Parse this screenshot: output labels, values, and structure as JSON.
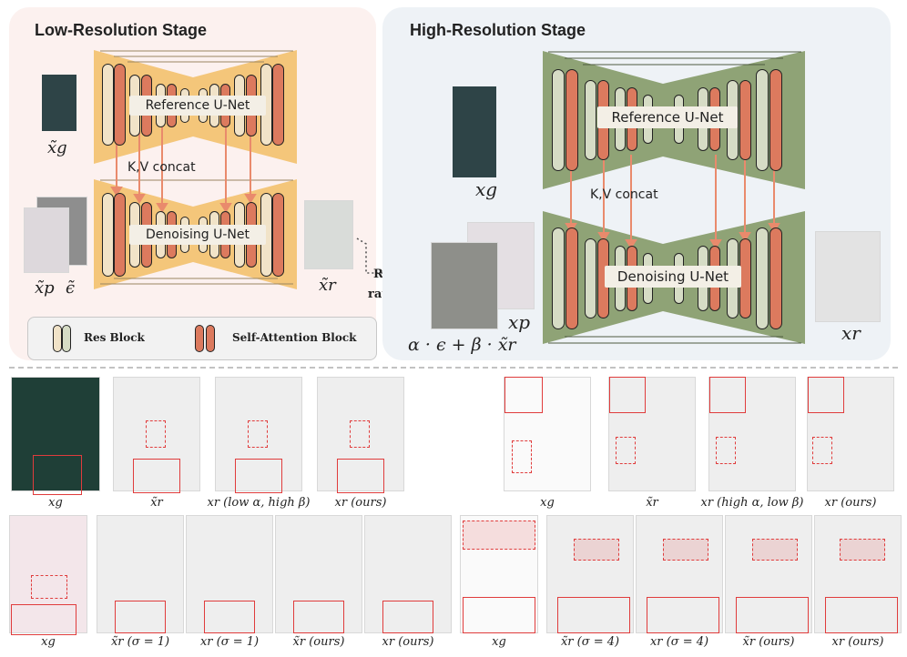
{
  "low_stage": {
    "title": "Low-Resolution Stage",
    "reference_unet": "Reference U-Net",
    "denoising_unet": "Denoising U-Net",
    "kv_concat": "K,V concat",
    "labels": {
      "xg_tilde": "x̃g",
      "xp_tilde": "x̃p",
      "eps_tilde": "ϵ̃",
      "xr_tilde": "x̃r"
    }
  },
  "high_stage": {
    "title": "High-Resolution Stage",
    "reference_unet": "Reference U-Net",
    "denoising_unet": "Denoising U-Net",
    "kv_concat": "K,V concat",
    "labels": {
      "xg": "xg",
      "xp": "xp",
      "xr": "xr",
      "noise_formula": "α · ϵ + β · x̃r"
    }
  },
  "resize": {
    "label": "Resize",
    "ratio": "ratio: σ"
  },
  "legend": {
    "res_block": "Res Block",
    "self_attention_block": "Self-Attention Block"
  },
  "colors": {
    "low_stage_bg": "#fcf1ef",
    "high_stage_bg": "#eef2f6",
    "orange_unet": "#f4c67a",
    "green_unet": "#8fa376",
    "res_block_fill": "#f1e3c8",
    "res_block_fill_green": "#d6dcc5",
    "attention_fill": "#dc7a5e",
    "arrow": "#e98a6c",
    "zoom_red": "#e03c3c"
  },
  "examples": {
    "row1_left": [
      "xg",
      "x̃r",
      "xr (low α, high β)",
      "xr (ours)"
    ],
    "row1_right": [
      "xg",
      "x̃r",
      "xr (high α, low β)",
      "xr (ours)"
    ],
    "row2_left": [
      "xg",
      "x̃r (σ = 1)",
      "xr (σ = 1)",
      "x̃r (ours)",
      "xr (ours)"
    ],
    "row2_right": [
      "xg",
      "x̃r (σ = 4)",
      "xr (σ = 4)",
      "x̃r (ours)",
      "xr (ours)"
    ]
  }
}
